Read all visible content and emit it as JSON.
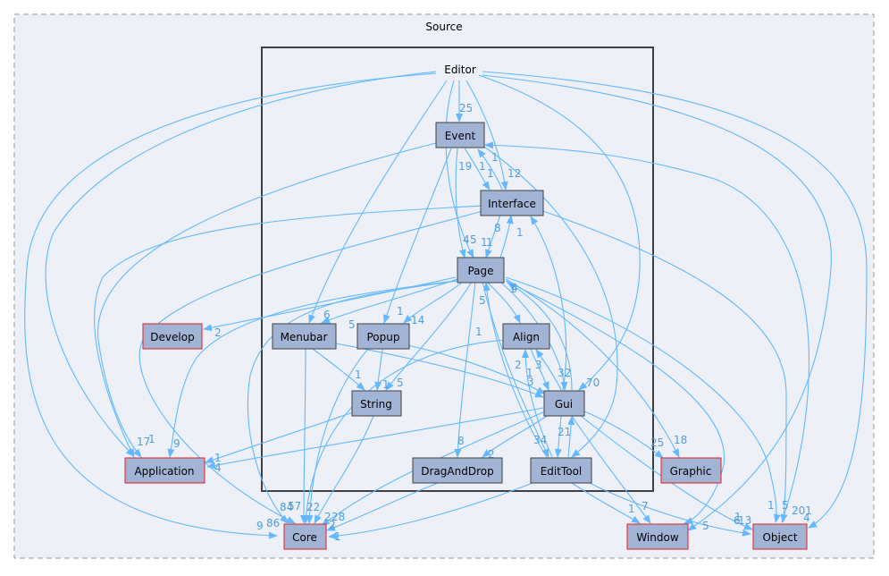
{
  "diagram": {
    "outer_cluster_label": "Source",
    "inner_cluster_label": "Editor",
    "colors": {
      "page_bg": "#ffffff",
      "outer_fill": "#edf0f7",
      "outer_border": "#9a9a9a",
      "inner_border": "#404040",
      "node_fill": "#a2b4d6",
      "node_border_inside": "#404040",
      "node_fill_external": "#a2b4d6",
      "node_border_external": "#e32020",
      "edge": "#63b8ff",
      "edge_label": "#4f9ee0"
    },
    "nodes": [
      {
        "id": "event",
        "label": "Event",
        "external": false
      },
      {
        "id": "interface",
        "label": "Interface",
        "external": false
      },
      {
        "id": "page",
        "label": "Page",
        "external": false
      },
      {
        "id": "menubar",
        "label": "Menubar",
        "external": false
      },
      {
        "id": "popup",
        "label": "Popup",
        "external": false
      },
      {
        "id": "align",
        "label": "Align",
        "external": false
      },
      {
        "id": "string",
        "label": "String",
        "external": false
      },
      {
        "id": "gui",
        "label": "Gui",
        "external": false
      },
      {
        "id": "draganddrop",
        "label": "DragAndDrop",
        "external": false
      },
      {
        "id": "edittool",
        "label": "EditTool",
        "external": false
      },
      {
        "id": "develop",
        "label": "Develop",
        "external": true
      },
      {
        "id": "application",
        "label": "Application",
        "external": true
      },
      {
        "id": "graphic",
        "label": "Graphic",
        "external": true
      },
      {
        "id": "core",
        "label": "Core",
        "external": true
      },
      {
        "id": "window",
        "label": "Window",
        "external": true
      },
      {
        "id": "object",
        "label": "Object",
        "external": true
      }
    ],
    "edge_labels": [
      "25",
      "19",
      "1",
      "1",
      "12",
      "1",
      "8",
      "1",
      "4",
      "5",
      "1",
      "1",
      "1",
      "6",
      "5",
      "1",
      "14",
      "4",
      "5",
      "2",
      "3",
      "1",
      "32",
      "1",
      "5",
      "3",
      "70",
      "1",
      "34",
      "21",
      "2",
      "25",
      "18",
      "9",
      "17",
      "1",
      "1",
      "4",
      "2",
      "8",
      "84",
      "57",
      "22",
      "2",
      "28",
      "9",
      "86",
      "1",
      "2",
      "1",
      "7",
      "5",
      "6",
      "13",
      "1",
      "5",
      "201",
      "4",
      "1",
      "1",
      "1"
    ]
  }
}
